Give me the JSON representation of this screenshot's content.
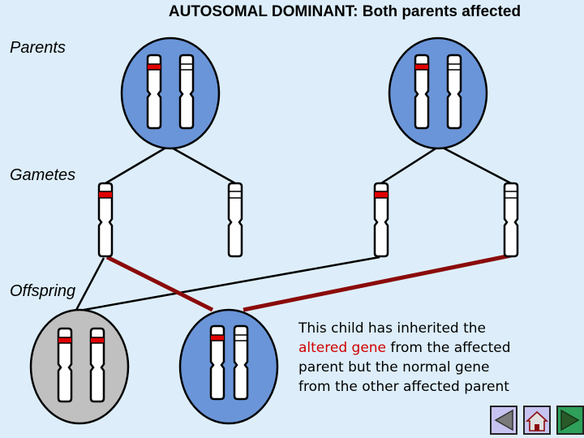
{
  "title": "AUTOSOMAL DOMINANT: Both parents affected",
  "labels": {
    "parents": "Parents",
    "gametes": "Gametes",
    "offspring": "Offspring"
  },
  "note": {
    "line1": "This child has inherited the",
    "highlight": "altered gene",
    "line2_rest": " from the affected",
    "line3": "parent but the normal gene",
    "line4": "from the other affected parent"
  },
  "colors": {
    "background": "#ddeefa",
    "affected_cell": "#6a95d8",
    "unaffected_cell": "#c0c0c0",
    "altered_gene_band": "#e00000",
    "normal_gene_band": "#ffffff",
    "inheritance_line": "#8b0a0a"
  },
  "nav": {
    "back_icon": "triangle-left-icon",
    "home_icon": "house-icon",
    "forward_icon": "triangle-right-icon"
  }
}
